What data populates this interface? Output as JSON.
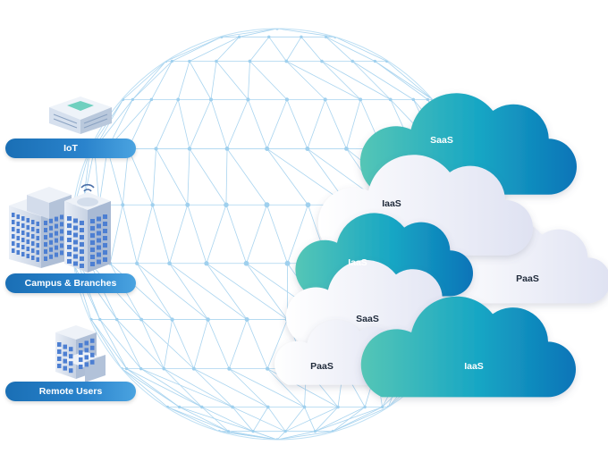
{
  "categories": {
    "iot": "IoT",
    "campus": "Campus & Branches",
    "remote": "Remote Users"
  },
  "clouds": {
    "c1": "SaaS",
    "c2": "IaaS",
    "c3": "PaaS",
    "c4": "IaaS",
    "c5": "SaaS",
    "c6": "PaaS",
    "c7": "IaaS"
  },
  "colors": {
    "mesh": "#a9d4ef",
    "node": "#9fd0ee",
    "cloud_blue": "#0a8fc4",
    "cloud_teal": "#4dc3b8",
    "cloud_light": "#eceef7",
    "pill": "#1a6fb5"
  }
}
